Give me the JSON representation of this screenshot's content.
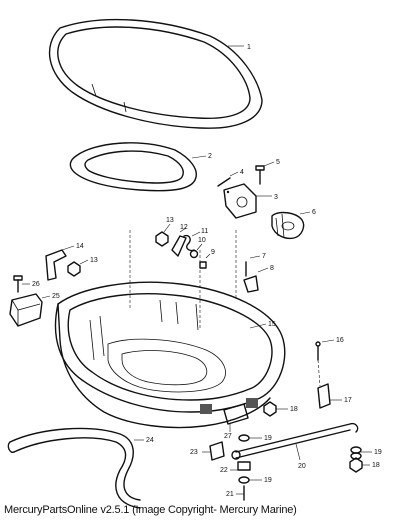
{
  "footer": {
    "text": "MercuryPartsOnline v2.5.1 (Image Copyright- Mercury Marine)"
  },
  "callouts": [
    "1",
    "2",
    "3",
    "4",
    "5",
    "6",
    "7",
    "8",
    "9",
    "10",
    "11",
    "12",
    "13",
    "13",
    "14",
    "15",
    "16",
    "17",
    "18",
    "18",
    "19",
    "19",
    "19",
    "20",
    "21",
    "22",
    "23",
    "24",
    "25",
    "26",
    "27"
  ]
}
